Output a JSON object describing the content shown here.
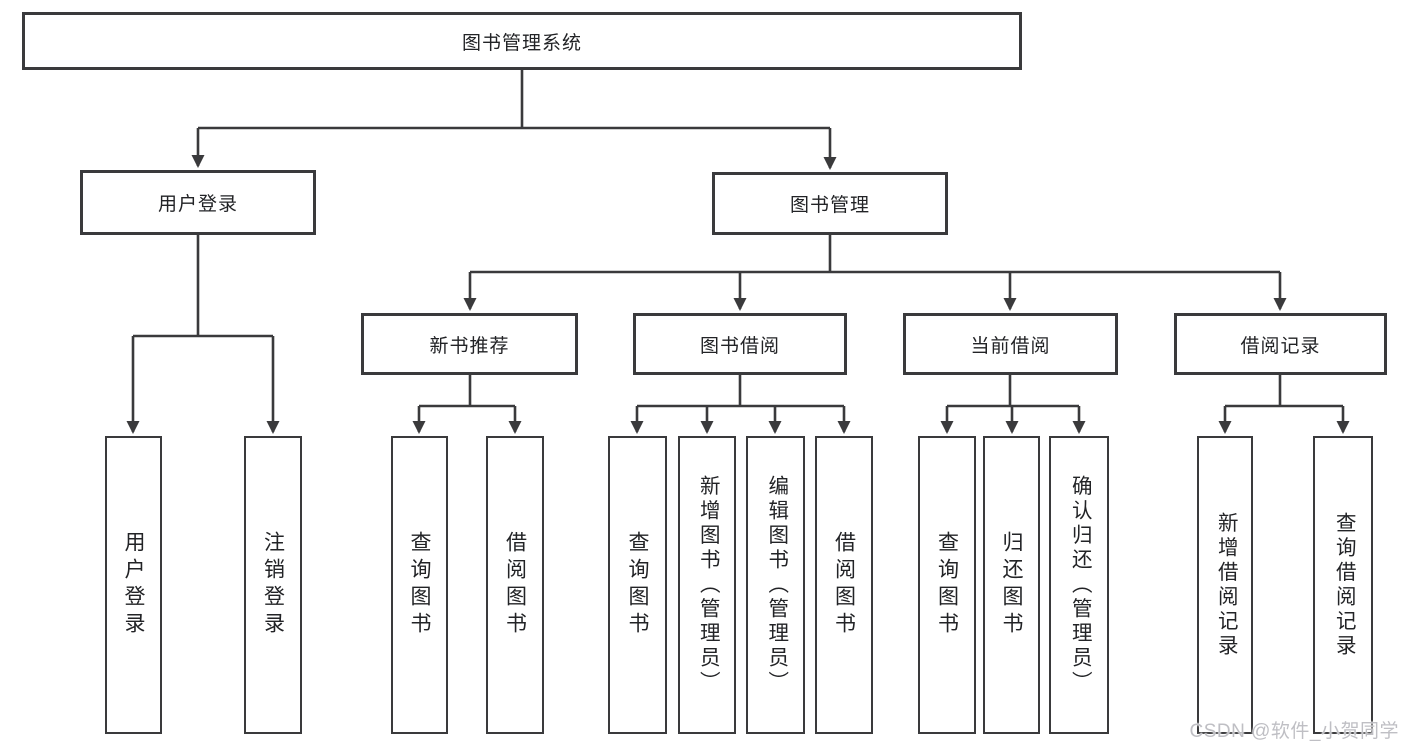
{
  "diagram_type": "functional-structure-tree",
  "colors": {
    "line": "#3a3a3c",
    "box_border": "#3a3a3c",
    "text": "#222326",
    "background": "#ffffff",
    "watermark": "#bfbfc4"
  },
  "tree": {
    "root": "图书管理系统",
    "level2": [
      {
        "label": "用户登录",
        "children": [
          "用户登录",
          "注销登录"
        ]
      },
      {
        "label": "图书管理",
        "sections": [
          {
            "label": "新书推荐",
            "children": [
              "查询图书",
              "借阅图书"
            ]
          },
          {
            "label": "图书借阅",
            "children": [
              "查询图书",
              "新增图书（管理员）",
              "编辑图书（管理员）",
              "借阅图书"
            ]
          },
          {
            "label": "当前借阅",
            "children": [
              "查询图书",
              "归还图书",
              "确认归还（管理员）"
            ]
          },
          {
            "label": "借阅记录",
            "children": [
              "新增借阅记录",
              "查询借阅记录"
            ]
          }
        ]
      }
    ]
  },
  "watermark": "CSDN @软件_小贺同学"
}
